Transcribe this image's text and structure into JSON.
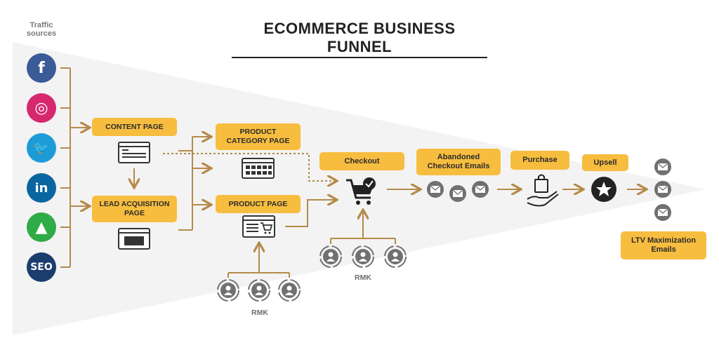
{
  "title": "ECOMMERCE BUSINESS FUNNEL",
  "traffic_label": "Traffic sources",
  "sources": [
    {
      "name": "facebook",
      "glyph": "f",
      "color": "#3b5a98"
    },
    {
      "name": "instagram",
      "glyph": "◎",
      "color": "#d6286f"
    },
    {
      "name": "twitter",
      "glyph": "🐦",
      "color": "#1d9bd7"
    },
    {
      "name": "linkedin",
      "glyph": "in",
      "color": "#0a66a0"
    },
    {
      "name": "google-ads",
      "glyph": "▲",
      "color": "#2fab47"
    },
    {
      "name": "seo",
      "glyph": "SEO",
      "color": "#1b3d6e"
    }
  ],
  "stages": {
    "content_page": "CONTENT PAGE",
    "lead_acquisition_page": "LEAD ACQUISITION PAGE",
    "product_category_page": "PRODUCT CATEGORY PAGE",
    "product_page": "PRODUCT PAGE",
    "checkout": "Checkout",
    "abandoned_checkout_emails": "Abandoned Checkout Emails",
    "purchase": "Purchase",
    "upsell": "Upsell",
    "ltv_maximization_emails": "LTV Maximization Emails"
  },
  "rmk_label": "RMK",
  "colors": {
    "accent": "#f7bd3f",
    "arrow": "#b58a4a",
    "funnel": "#f3f3f3",
    "icon": "#707070",
    "dark": "#333333"
  },
  "icons": [
    "browser-page-icon",
    "form-page-icon",
    "category-grid-icon",
    "product-page-icon",
    "shopping-cart-icon",
    "envelope-icon",
    "hand-bag-icon",
    "star-icon",
    "user-retarget-icon"
  ]
}
